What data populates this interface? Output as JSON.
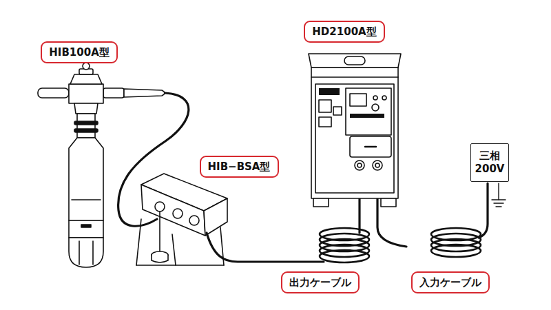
{
  "diagram": {
    "nodes": [
      {
        "text": [
          "HD2100A型"
        ]
      },
      {
        "text": [
          "HIB100A型"
        ]
      },
      {
        "text": [
          "三相 200V"
        ]
      },
      {
        "text": [
          "HIB−BSA型"
        ]
      },
      {
        "text": [
          "出力ケーブル"
        ]
      },
      {
        "text": [
          "入力ケーブル"
        ]
      }
    ]
  }
}
